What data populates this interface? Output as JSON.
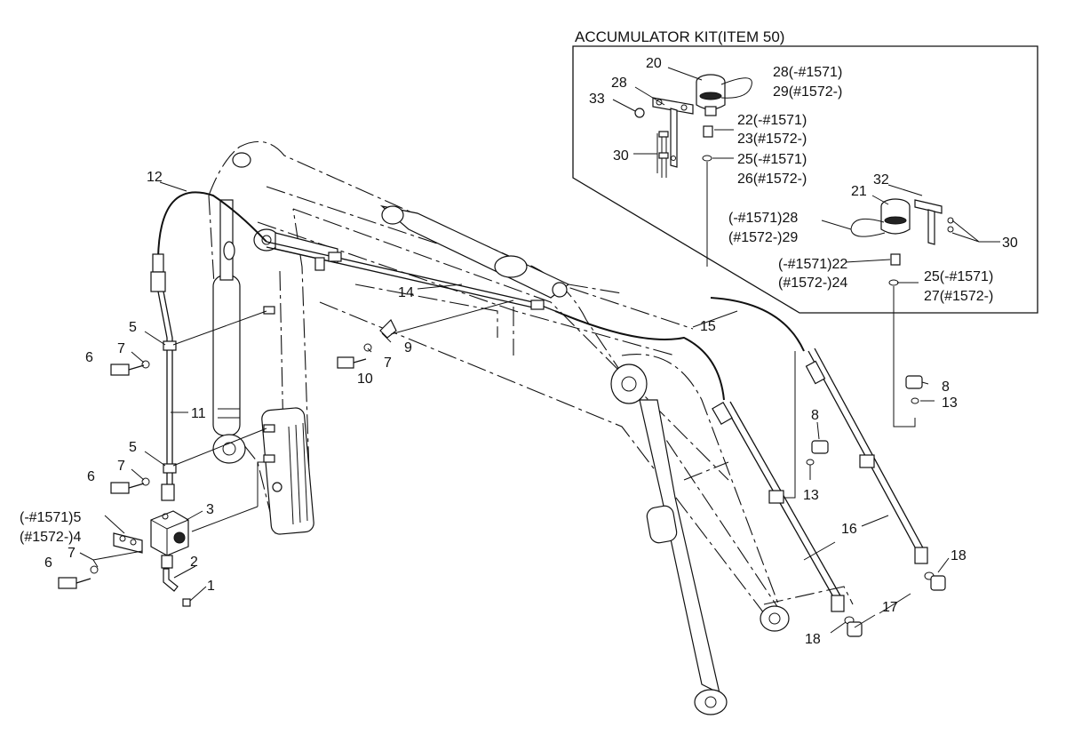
{
  "kit": {
    "title": "ACCUMULATOR KIT(ITEM 50)",
    "labels": {
      "l20": "20",
      "l28a": "28",
      "l28b": "28(-#1571)",
      "l29": "29(#1572-)",
      "l33": "33",
      "l22a": "22(-#1571)",
      "l23": "23(#1572-)",
      "l30a": "30",
      "l25a": "25(-#1571)",
      "l26": "26(#1572-)",
      "l32": "32",
      "l21": "21",
      "l28c": "(-#1571)28",
      "l29b": "(#1572-)29",
      "l30b": "30",
      "l22b": "(-#1571)22",
      "l24": "(#1572-)24",
      "l25b": "25(-#1571)",
      "l27": "27(#1572-)"
    }
  },
  "main": {
    "labels": {
      "l12": "12",
      "l14": "14",
      "l15": "15",
      "l5a": "5",
      "l7a": "7",
      "l6a": "6",
      "l9": "9",
      "l7b": "7",
      "l10": "10",
      "l11": "11",
      "l5b": "5",
      "l7c": "7",
      "l6b": "6",
      "l3": "3",
      "l5c": "(-#1571)5",
      "l4": "(#1572-)4",
      "l7d": "7",
      "l6c": "6",
      "l2": "2",
      "l1": "1",
      "l8a": "8",
      "l13a": "13",
      "l8b": "8",
      "l13b": "13",
      "l16": "16",
      "l18a": "18",
      "l17": "17",
      "l18b": "18"
    }
  }
}
